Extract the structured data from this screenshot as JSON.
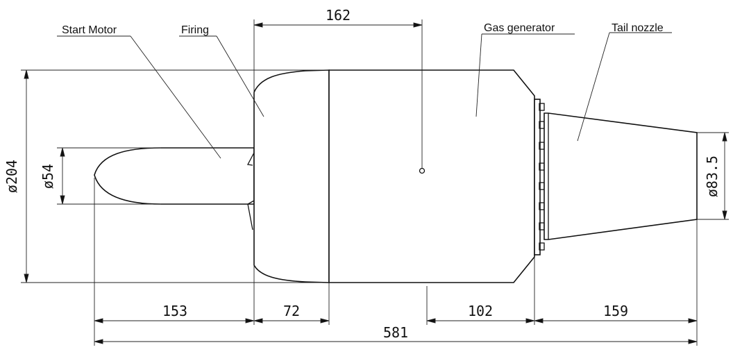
{
  "labels": {
    "start_motor": "Start Motor",
    "firing": "Firing",
    "gas_generator": "Gas generator",
    "tail_nozzle": "Tail nozzle"
  },
  "dimensions": {
    "top_162": "162",
    "dia_204": "ø204",
    "dia_54": "ø54",
    "dia_83_5": "ø83.5",
    "len_153": "153",
    "len_72": "72",
    "len_102": "102",
    "len_159": "159",
    "len_581": "581"
  }
}
